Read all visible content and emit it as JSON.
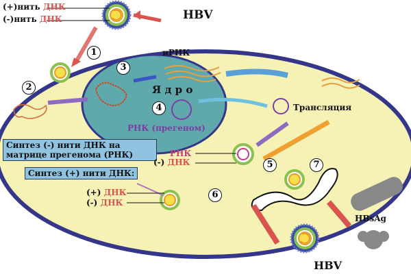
{
  "top_left": {
    "plus_prefix": "(+)нить",
    "minus_prefix": "(-)нить",
    "dna": "ДНК"
  },
  "hbv_in": "HBV",
  "hbv_out": "HBV",
  "mrna": "иРНК",
  "nucleus": "Я д р о",
  "pregenome": "РНК (прегеном)",
  "translation": "Трансляция",
  "synthesis_minus": "Синтез (-) нити ДНК на матрице прегенома (РНК)",
  "synthesis_plus": "Синтез (+) нити ДНК:",
  "rna_label": "РНК",
  "minus_dna_prefix": "(-)",
  "plus_paren": "(+)",
  "minus_paren": "(-)",
  "dna": "ДНК",
  "hbsag": "HBsAg",
  "steps": [
    "1",
    "2",
    "3",
    "4",
    "5",
    "6",
    "7"
  ],
  "colors": {
    "cell": "#f6f1b4",
    "membrane": "#34368a",
    "nucleus": "#5fa9ad",
    "dna_red": "#d9534f"
  }
}
